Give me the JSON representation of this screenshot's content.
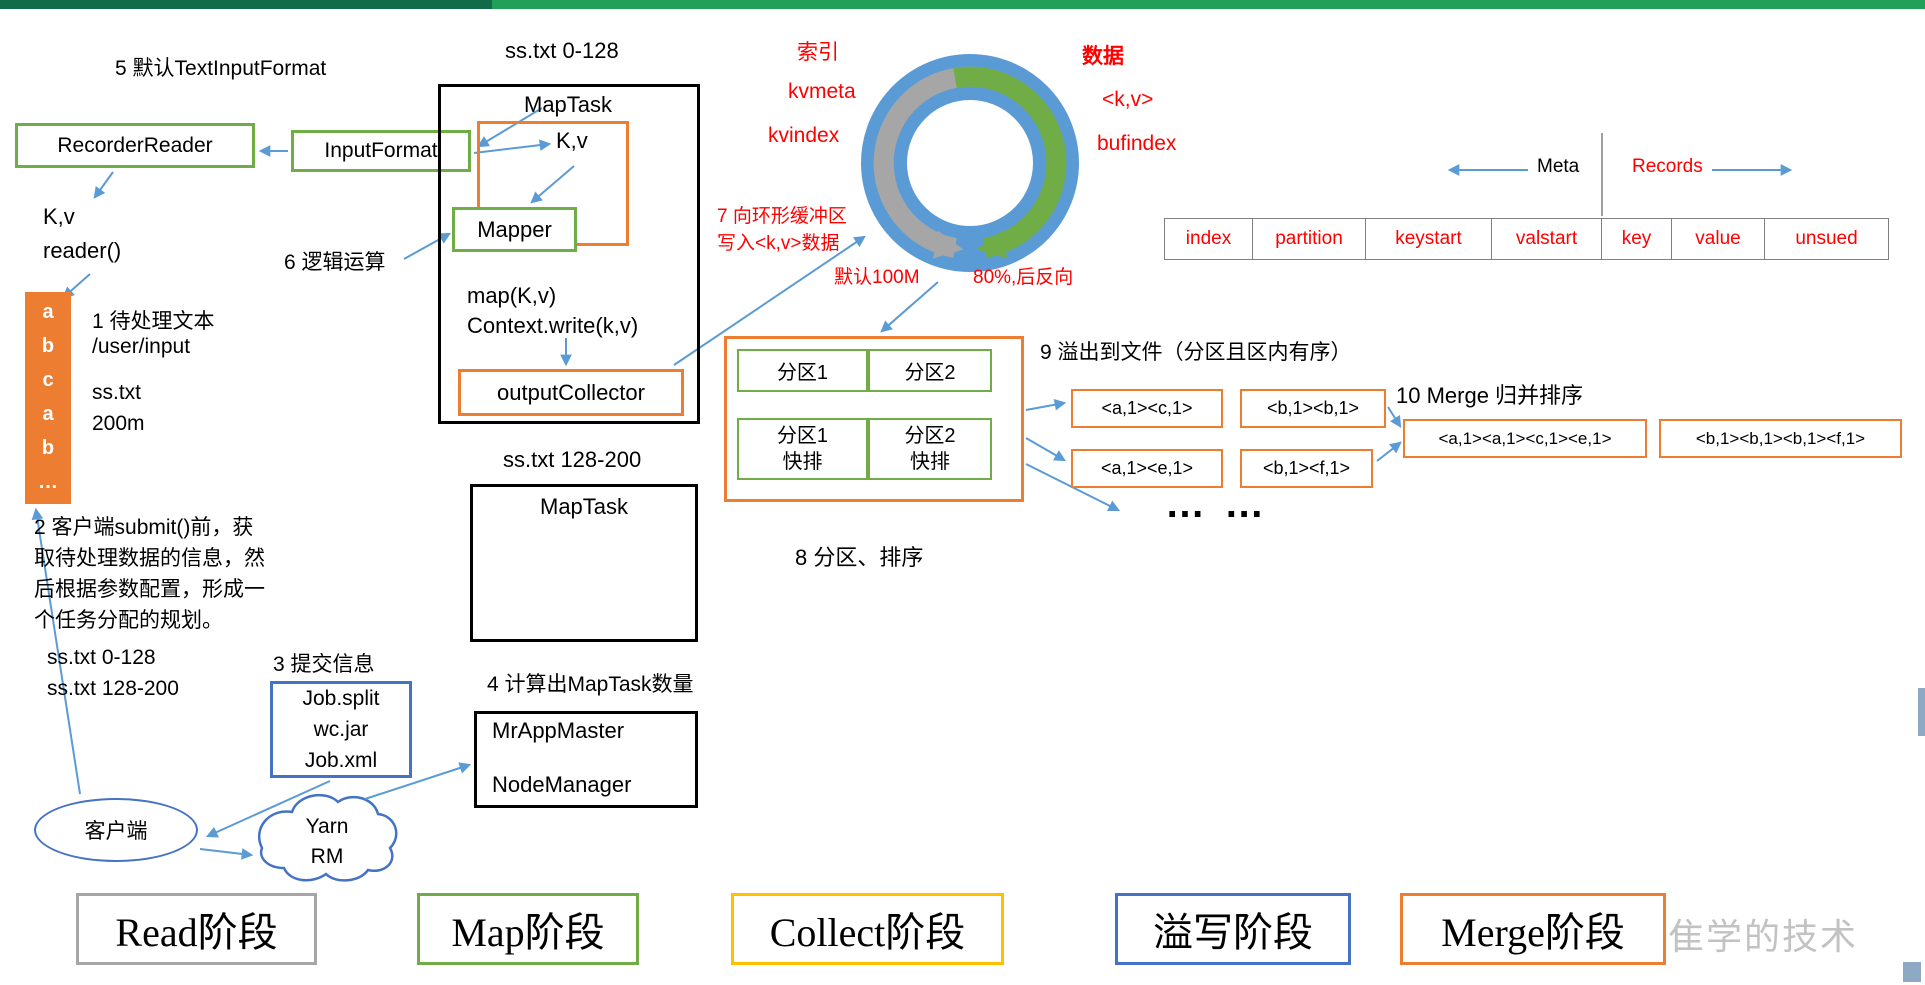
{
  "colors": {
    "green": "#70AD47",
    "orange": "#ED7D31",
    "blue_box": "#4472C4",
    "arrow_blue": "#5B9BD5",
    "red": "#FF0000",
    "yellow": "#FFC000",
    "gray": "#A6A6A6",
    "topbar_dark": "#116B4A",
    "topbar_light": "#21A05A",
    "buffer_ring": "#5B9BD5",
    "buffer_gray_arrow": "#A6A6A6",
    "buffer_green_arrow": "#70AD47"
  },
  "read_phase": {
    "step5_label": "5 默认TextInputFormat",
    "recorder_reader": "RecorderReader",
    "input_format": "InputFormat",
    "kv_reader": "K,v\nreader()",
    "strip_letters": "a\nb\nc\na\nb\n…",
    "step1_title": "1 待处理文本",
    "step1_path": "/user/input",
    "step1_file": "ss.txt",
    "step1_size": "200m",
    "step2_text": "2 客户端submit()前，获\n取待处理数据的信息，然\n后根据参数配置，形成一\n个任务分配的规划。",
    "split1": "ss.txt  0-128",
    "split2": "ss.txt  128-200",
    "step3_label": "3 提交信息",
    "job_box": "Job.split\nwc.jar\nJob.xml",
    "client_label": "客户端",
    "yarn_label": "Yarn\nRM"
  },
  "map_phase": {
    "maptask1_header": "ss.txt 0-128",
    "maptask1_title": "MapTask",
    "kv": "K,v",
    "mapper": "Mapper",
    "step6_label": "6 逻辑运算",
    "map_line": "map(K,v)",
    "context_line": "Context.write(k,v)",
    "collector": "outputCollector",
    "maptask2_header": "ss.txt 128-200",
    "maptask2_title": "MapTask",
    "step4_label": "4 计算出MapTask数量",
    "mrapp_line1": "MrAppMaster",
    "mrapp_line2": "NodeManager"
  },
  "buffer": {
    "index_label": "索引",
    "kvmeta_label": "kvmeta",
    "kvindex_label": "kvindex",
    "data_label": "数据",
    "kv_label": "<k,v>",
    "bufindex_label": "bufindex",
    "step7_text": "7 向环形缓冲区\n写入<k,v>数据",
    "default_size": "默认100M",
    "reverse_label": "80%,后反向"
  },
  "meta_records": {
    "meta_label": "Meta",
    "records_label": "Records",
    "columns": [
      "index",
      "partition",
      "keystart",
      "valstart",
      "key",
      "value",
      "unsued"
    ]
  },
  "spill_phase": {
    "partition1": "分区1",
    "partition2": "分区2",
    "sorted1": "分区1\n快排",
    "sorted2": "分区2\n快排",
    "step8_label": "8 分区、排序",
    "step9_label": "9 溢出到文件（分区且区内有序）",
    "files": [
      "<a,1><c,1>",
      "<b,1><b,1>",
      "<a,1><e,1>",
      "<b,1><f,1>"
    ],
    "dots": "…  …"
  },
  "merge_phase": {
    "step10_label": "10 Merge 归并排序",
    "merged": [
      "<a,1><a,1><c,1><e,1>",
      "<b,1><b,1><b,1><f,1>"
    ]
  },
  "stages": [
    {
      "label": "Read阶段"
    },
    {
      "label": "Map阶段"
    },
    {
      "label": "Collect阶段"
    },
    {
      "label": "溢写阶段"
    },
    {
      "label": "Merge阶段"
    }
  ],
  "watermark": "隹学的技术"
}
